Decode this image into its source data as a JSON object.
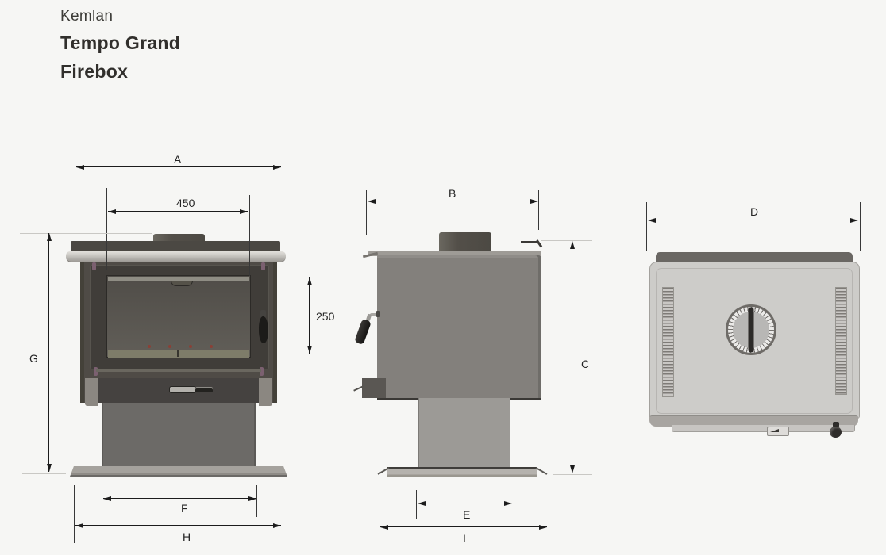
{
  "background": "#f6f6f4",
  "header": {
    "brand": "Kemlan",
    "model": "Tempo Grand",
    "product": "Firebox"
  },
  "views": {
    "front": {
      "labels": {
        "overall_width": "A",
        "flue_centres_width": "450",
        "overall_height": "G",
        "door_glass_height": "250",
        "pedestal_width": "F",
        "floor_plate_width": "H"
      }
    },
    "side": {
      "labels": {
        "overall_depth": "B",
        "overall_height": "C",
        "pedestal_depth": "E",
        "floor_plate_depth": "I"
      }
    },
    "top": {
      "labels": {
        "overall_width": "D"
      }
    }
  },
  "colors": {
    "dimension_line": "#1c1c1c",
    "extension_line_light": "#c9c8c4",
    "stove_body_front": "#4f4b46",
    "door_frame": "#403d39",
    "door_glass": "#57544f",
    "glass_dots_red": "#8a4036",
    "stove_body_side": "#83807c",
    "pedestal_front": "#6c6a67",
    "pedestal_side": "#9c9a96",
    "top_plate": "#cdccc9",
    "rear_strip_top_view": "#6a6763",
    "floor_plate": "#a19e99"
  }
}
